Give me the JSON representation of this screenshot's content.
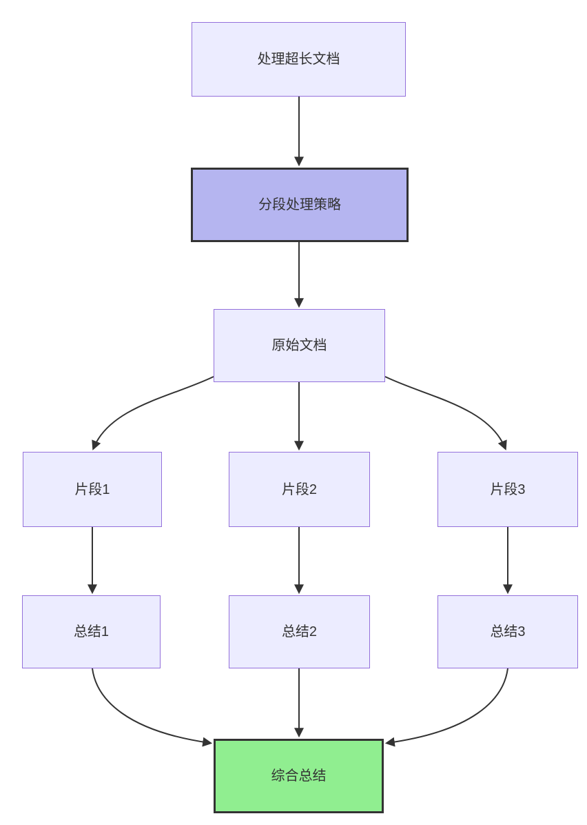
{
  "diagram": {
    "type": "flowchart",
    "direction": "top-down",
    "colors": {
      "node_fill": "#ECECFF",
      "node_border": "#9370DB",
      "accent_fill": "#B5B5F0",
      "accent_border": "#333333",
      "success_fill": "#90EE90",
      "success_border": "#333333",
      "edge_color": "#333333",
      "text_color": "#333333",
      "background": "#FFFFFF"
    },
    "nodes": {
      "doc": {
        "label": "处理超长文档",
        "style": "default"
      },
      "strategy": {
        "label": "分段处理策略",
        "style": "accent"
      },
      "original": {
        "label": "原始文档",
        "style": "default"
      },
      "frag1": {
        "label": "片段1",
        "style": "default"
      },
      "frag2": {
        "label": "片段2",
        "style": "default"
      },
      "frag3": {
        "label": "片段3",
        "style": "default"
      },
      "sum1": {
        "label": "总结1",
        "style": "default"
      },
      "sum2": {
        "label": "总结2",
        "style": "default"
      },
      "sum3": {
        "label": "总结3",
        "style": "default"
      },
      "final": {
        "label": "综合总结",
        "style": "success"
      }
    },
    "edges": [
      {
        "from": "doc",
        "to": "strategy"
      },
      {
        "from": "strategy",
        "to": "original"
      },
      {
        "from": "original",
        "to": "frag1"
      },
      {
        "from": "original",
        "to": "frag2"
      },
      {
        "from": "original",
        "to": "frag3"
      },
      {
        "from": "frag1",
        "to": "sum1"
      },
      {
        "from": "frag2",
        "to": "sum2"
      },
      {
        "from": "frag3",
        "to": "sum3"
      },
      {
        "from": "sum1",
        "to": "final"
      },
      {
        "from": "sum2",
        "to": "final"
      },
      {
        "from": "sum3",
        "to": "final"
      }
    ]
  }
}
